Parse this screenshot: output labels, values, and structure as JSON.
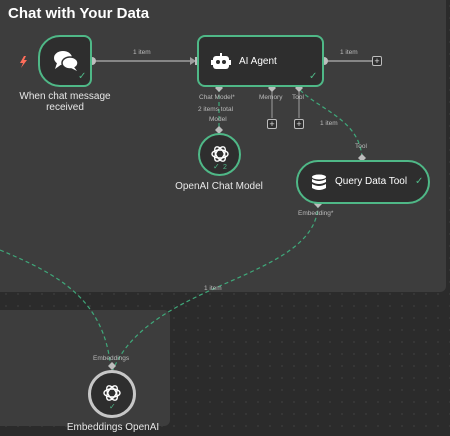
{
  "workflow": {
    "title": "Chat with Your Data"
  },
  "nodes": {
    "trigger": {
      "label_line1": "When chat message",
      "label_line2": "received"
    },
    "agent": {
      "label": "AI Agent"
    },
    "chat_model": {
      "label": "OpenAI Chat Model",
      "count": "2"
    },
    "query_tool": {
      "label": "Query Data Tool"
    },
    "embeddings": {
      "label": "Embeddings OpenAI"
    }
  },
  "connections": {
    "trigger_to_agent": "1 item",
    "agent_out": "1 item",
    "model_items": "2 items total",
    "tool_items": "1 item",
    "embeddings_items": "1 item"
  },
  "ports": {
    "chat_model": "Chat Model*",
    "memory": "Memory",
    "tool": "Tool",
    "model_input": "Model",
    "tool_input": "Tool",
    "embedding": "Embedding*",
    "embeddings_input": "Embeddings"
  },
  "colors": {
    "success": "#4fb887",
    "trigger": "#ff6d5a",
    "canvas": "#2b2b2b",
    "panel": "#3d3d3d"
  }
}
